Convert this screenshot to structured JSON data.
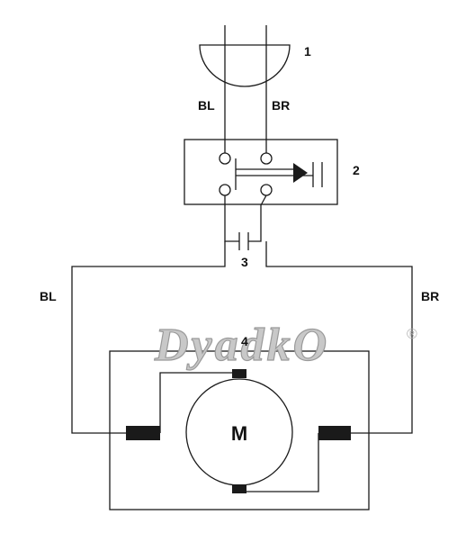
{
  "callouts": {
    "c1": "1",
    "c2": "2",
    "c3": "3",
    "c4": "4"
  },
  "wire_labels": {
    "top_left": "BL",
    "top_right": "BR",
    "side_left": "BL",
    "side_right": "BR"
  },
  "motor": {
    "symbol": "M"
  },
  "watermark": {
    "text": "DyadkO",
    "registered": "®"
  },
  "colors": {
    "line": "#1a1a1a",
    "watermark": "#c8c8c8"
  }
}
